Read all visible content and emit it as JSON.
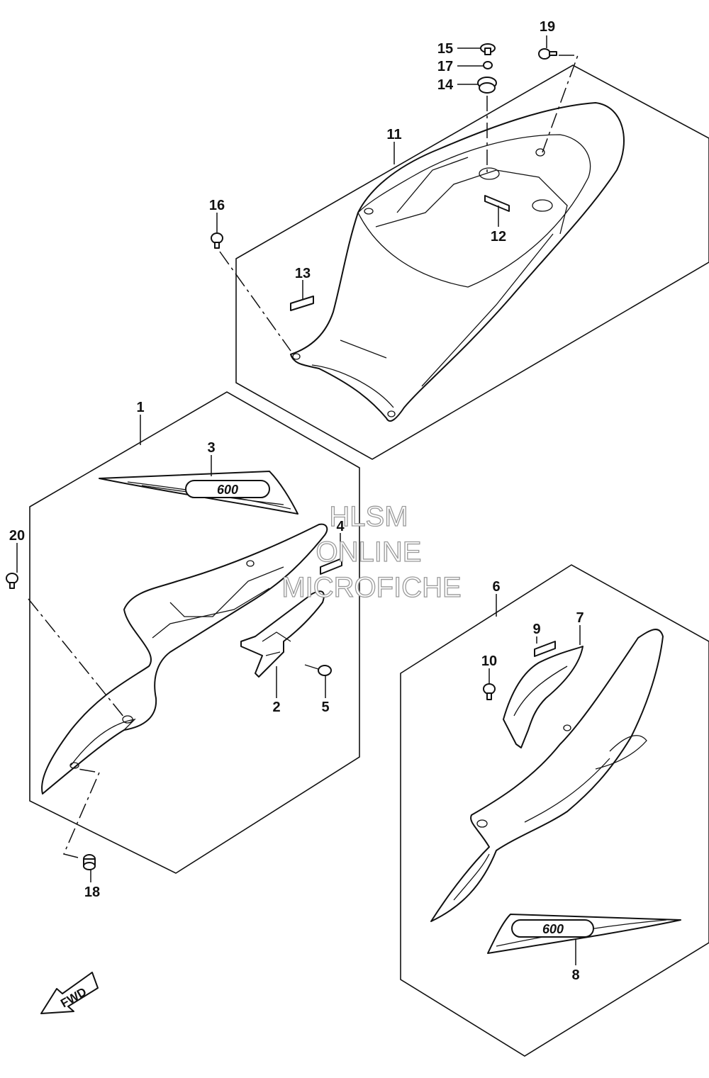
{
  "watermark": {
    "line1": "HLSM",
    "line2": "ONLINE",
    "line3": "MICROFICHE"
  },
  "fwd_label": "FWD",
  "emblem_text": "600",
  "callouts": {
    "p1": "1",
    "p2": "2",
    "p3": "3",
    "p4": "4",
    "p5": "5",
    "p6": "6",
    "p7": "7",
    "p8": "8",
    "p9": "9",
    "p10": "10",
    "p11": "11",
    "p12": "12",
    "p13": "13",
    "p14": "14",
    "p15": "15",
    "p16": "16",
    "p17": "17",
    "p18": "18",
    "p19": "19",
    "p20": "20"
  },
  "colors": {
    "line": "#111111",
    "watermark_outline": "#9a9a9a",
    "background": "#ffffff"
  }
}
